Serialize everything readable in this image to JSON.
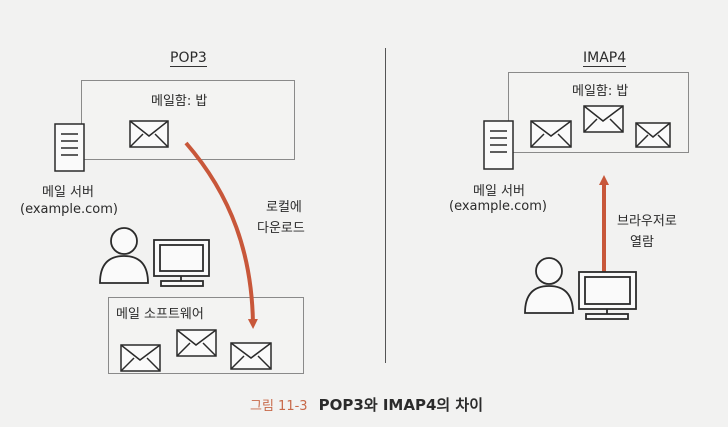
{
  "pop3": {
    "title": "POP3",
    "mailbox_label": "메일함: 밥",
    "server_label": "메일 서버",
    "server_domain": "(example.com)",
    "action_line1": "로컬에",
    "action_line2": "다운로드",
    "software_label": "메일 소프트웨어"
  },
  "imap4": {
    "title": "IMAP4",
    "mailbox_label": "메일함: 밥",
    "server_label": "메일 서버",
    "server_domain": "(example.com)",
    "action_line1": "브라우저로",
    "action_line2": "열람"
  },
  "caption": {
    "number": "그림 11-3",
    "text": "POP3와 IMAP4의 차이"
  },
  "colors": {
    "arrow": "#c8573a",
    "line": "#2b2b2b",
    "box_border": "#8a8a8a"
  }
}
